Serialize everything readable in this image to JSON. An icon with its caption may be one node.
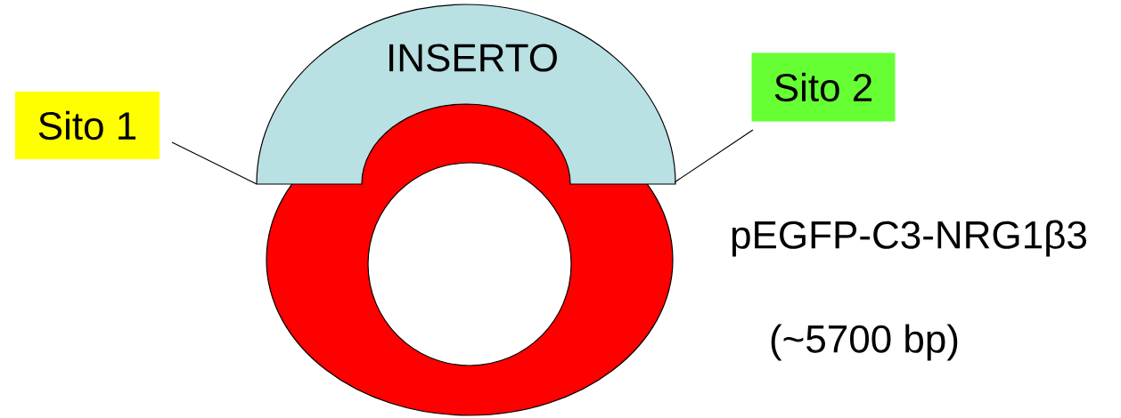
{
  "diagram": {
    "nodes": [
      {
        "text": [
          "Sito 1"
        ]
      },
      {
        "text": [
          "Sito 2"
        ]
      },
      {
        "text": [
          "INSERTO"
        ]
      },
      {
        "text": [],
        "shape": "circle",
        "beside": [
          "pEGFP-C3-NRG1β3",
          "(~5700 bp)"
        ]
      }
    ],
    "edges": [
      {
        "from": 0,
        "to": 2,
        "arrow": "none"
      },
      {
        "from": 1,
        "to": 2,
        "arrow": "none"
      }
    ]
  }
}
